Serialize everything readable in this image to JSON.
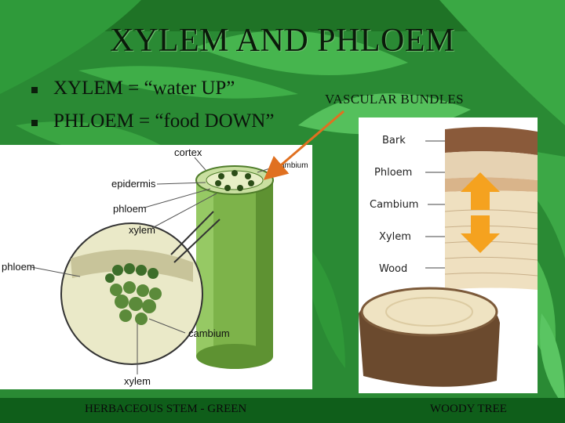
{
  "slide": {
    "title": "XYLEM AND PHLOEM",
    "bullets": [
      "XYLEM = “water UP”",
      "PHLOEM = “food DOWN”"
    ],
    "vascular_label": "VASCULAR BUNDLES",
    "captions": {
      "herbaceous": "HERBACEOUS STEM - GREEN",
      "woody": "WOODY TREE"
    }
  },
  "herb_diagram": {
    "labels": {
      "cortex": "cortex",
      "cambium_top": "cambium",
      "epidermis": "epidermis",
      "phloem": "phloem",
      "xylem": "xylem",
      "phloem_left": "phloem",
      "cambium": "cambium",
      "xylem_bottom": "xylem"
    }
  },
  "tree_diagram": {
    "layers": [
      "Bark",
      "Phloem",
      "Cambium",
      "Xylem",
      "Wood"
    ]
  },
  "colors": {
    "arrow": "#e07020",
    "stem_green": "#7db34a",
    "tree_arrow": "#f5a21f"
  }
}
